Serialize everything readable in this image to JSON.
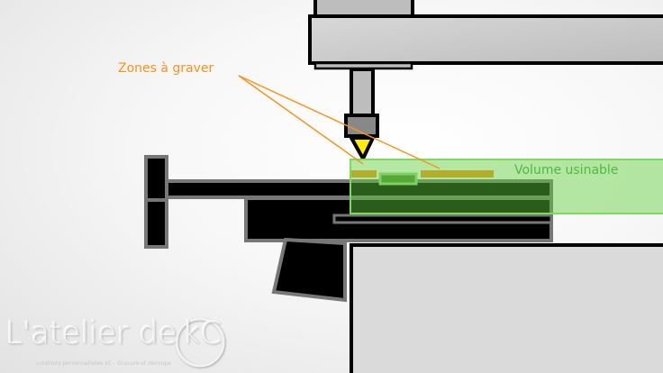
{
  "labels": {
    "zones": "Zones à graver",
    "volume": "Volume usinable"
  },
  "logo": {
    "text": "L'atelier de",
    "mark": "kC",
    "tagline": "créations personnalisées kC - Gravure et découpe"
  },
  "colors": {
    "orange": "#f7941d",
    "green_fill": "#7fd860",
    "green_text": "#4dbb3a",
    "bit": "#ffee00",
    "machine_gray": "#c4c4c4"
  }
}
